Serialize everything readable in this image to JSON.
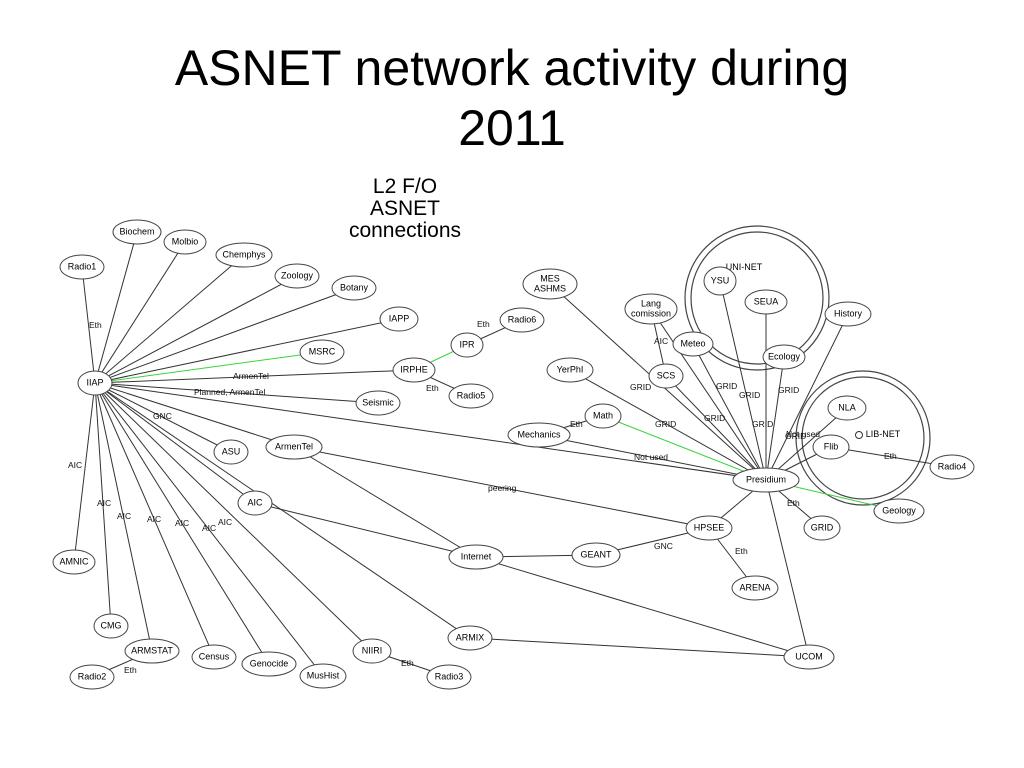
{
  "slide": {
    "title_line1": "ASNET network activity during",
    "title_line2": "2011"
  },
  "diagram": {
    "heading_line1": "L2 F/O",
    "heading_line2": "ASNET",
    "heading_line3": "connections",
    "groups": [
      {
        "id": "uninet",
        "label": "UNI-NET"
      },
      {
        "id": "libnet",
        "label": "LIB-NET"
      }
    ],
    "nodes": [
      {
        "id": "Biochem",
        "lines": [
          "Biochem"
        ]
      },
      {
        "id": "Molbio",
        "lines": [
          "Molbio"
        ]
      },
      {
        "id": "Chemphys",
        "lines": [
          "Chemphys"
        ]
      },
      {
        "id": "Zoology",
        "lines": [
          "Zoology"
        ]
      },
      {
        "id": "Botany",
        "lines": [
          "Botany"
        ]
      },
      {
        "id": "Radio1",
        "lines": [
          "Radio1"
        ]
      },
      {
        "id": "IAPP",
        "lines": [
          "IAPP"
        ]
      },
      {
        "id": "MSRC",
        "lines": [
          "MSRC"
        ]
      },
      {
        "id": "IIAP",
        "lines": [
          "IIAP"
        ]
      },
      {
        "id": "IPR",
        "lines": [
          "IPR"
        ]
      },
      {
        "id": "Radio6",
        "lines": [
          "Radio6"
        ]
      },
      {
        "id": "IRPHE",
        "lines": [
          "IRPHE"
        ]
      },
      {
        "id": "Radio5",
        "lines": [
          "Radio5"
        ]
      },
      {
        "id": "Seismic",
        "lines": [
          "Seismic"
        ]
      },
      {
        "id": "ASU",
        "lines": [
          "ASU"
        ]
      },
      {
        "id": "ArmenTel",
        "lines": [
          "ArmenTel"
        ]
      },
      {
        "id": "AIC",
        "lines": [
          "AIC"
        ]
      },
      {
        "id": "AMNIC",
        "lines": [
          "AMNIC"
        ]
      },
      {
        "id": "CMG",
        "lines": [
          "CMG"
        ]
      },
      {
        "id": "ARMSTAT",
        "lines": [
          "ARMSTAT"
        ]
      },
      {
        "id": "Radio2",
        "lines": [
          "Radio2"
        ]
      },
      {
        "id": "Census",
        "lines": [
          "Census"
        ]
      },
      {
        "id": "Genocide",
        "lines": [
          "Genocide"
        ]
      },
      {
        "id": "MusHist",
        "lines": [
          "MusHist"
        ]
      },
      {
        "id": "NIIRI",
        "lines": [
          "NIIRI"
        ]
      },
      {
        "id": "Radio3",
        "lines": [
          "Radio3"
        ]
      },
      {
        "id": "ARMIX",
        "lines": [
          "ARMIX"
        ]
      },
      {
        "id": "Internet",
        "lines": [
          "Internet"
        ]
      },
      {
        "id": "GEANT",
        "lines": [
          "GEANT"
        ]
      },
      {
        "id": "HPSEE",
        "lines": [
          "HPSEE"
        ]
      },
      {
        "id": "ARENA",
        "lines": [
          "ARENA"
        ]
      },
      {
        "id": "UCOM",
        "lines": [
          "UCOM"
        ]
      },
      {
        "id": "MESASHMS",
        "lines": [
          "MES",
          "ASHMS"
        ]
      },
      {
        "id": "Lang",
        "lines": [
          "Lang",
          "comission"
        ]
      },
      {
        "id": "YerPhI",
        "lines": [
          "YerPhI"
        ]
      },
      {
        "id": "Meteo",
        "lines": [
          "Meteo"
        ]
      },
      {
        "id": "SCS",
        "lines": [
          "SCS"
        ]
      },
      {
        "id": "Math",
        "lines": [
          "Math"
        ]
      },
      {
        "id": "Mechanics",
        "lines": [
          "Mechanics"
        ]
      },
      {
        "id": "YSU",
        "lines": [
          "YSU"
        ]
      },
      {
        "id": "SEUA",
        "lines": [
          "SEUA"
        ]
      },
      {
        "id": "Ecology",
        "lines": [
          "Ecology"
        ]
      },
      {
        "id": "History",
        "lines": [
          "History"
        ]
      },
      {
        "id": "NLA",
        "lines": [
          "NLA"
        ]
      },
      {
        "id": "Flib",
        "lines": [
          "Flib"
        ]
      },
      {
        "id": "Radio4",
        "lines": [
          "Radio4"
        ]
      },
      {
        "id": "Presidium",
        "lines": [
          "Presidium"
        ]
      },
      {
        "id": "Geology",
        "lines": [
          "Geology"
        ]
      },
      {
        "id": "GRIDnode",
        "lines": [
          "GRID"
        ]
      }
    ],
    "edges": [
      {
        "from": "IIAP",
        "to": "Biochem",
        "label": ""
      },
      {
        "from": "IIAP",
        "to": "Molbio",
        "label": ""
      },
      {
        "from": "IIAP",
        "to": "Chemphys",
        "label": ""
      },
      {
        "from": "IIAP",
        "to": "Zoology",
        "label": ""
      },
      {
        "from": "IIAP",
        "to": "Botany",
        "label": ""
      },
      {
        "from": "IIAP",
        "to": "Radio1",
        "label": "Eth"
      },
      {
        "from": "IIAP",
        "to": "IAPP",
        "label": ""
      },
      {
        "from": "IIAP",
        "to": "MSRC",
        "label": "",
        "style": "green"
      },
      {
        "from": "IIAP",
        "to": "IRPHE",
        "label": "ArmenTel"
      },
      {
        "from": "IIAP",
        "to": "Seismic",
        "label": "Planned, ArmenTel"
      },
      {
        "from": "IIAP",
        "to": "Presidium",
        "label": ""
      },
      {
        "from": "IIAP",
        "to": "ASU",
        "label": "GNC"
      },
      {
        "from": "IIAP",
        "to": "ArmenTel",
        "label": ""
      },
      {
        "from": "IIAP",
        "to": "AIC",
        "label": ""
      },
      {
        "from": "IIAP",
        "to": "AMNIC",
        "label": "AIC"
      },
      {
        "from": "IIAP",
        "to": "CMG",
        "label": "AIC"
      },
      {
        "from": "IIAP",
        "to": "ARMSTAT",
        "label": "AIC"
      },
      {
        "from": "IIAP",
        "to": "Census",
        "label": "AIC"
      },
      {
        "from": "IIAP",
        "to": "Genocide",
        "label": "AIC"
      },
      {
        "from": "IIAP",
        "to": "MusHist",
        "label": "AIC"
      },
      {
        "from": "IIAP",
        "to": "NIIRI",
        "label": "AIC"
      },
      {
        "from": "IIAP",
        "to": "ARMIX",
        "label": ""
      },
      {
        "from": "IRPHE",
        "to": "IPR",
        "label": "",
        "style": "green"
      },
      {
        "from": "IPR",
        "to": "Radio6",
        "label": "Eth"
      },
      {
        "from": "IRPHE",
        "to": "Radio5",
        "label": "Eth"
      },
      {
        "from": "ARMSTAT",
        "to": "Radio2",
        "label": "Eth"
      },
      {
        "from": "NIIRI",
        "to": "Radio3",
        "label": "Eth"
      },
      {
        "from": "ArmenTel",
        "to": "Internet",
        "label": ""
      },
      {
        "from": "ArmenTel",
        "to": "HPSEE",
        "label": "peering"
      },
      {
        "from": "AIC",
        "to": "Internet",
        "label": ""
      },
      {
        "from": "Internet",
        "to": "GEANT",
        "label": ""
      },
      {
        "from": "Internet",
        "to": "UCOM",
        "label": ""
      },
      {
        "from": "GEANT",
        "to": "HPSEE",
        "label": "GNC"
      },
      {
        "from": "HPSEE",
        "to": "ARENA",
        "label": "Eth"
      },
      {
        "from": "HPSEE",
        "to": "Presidium",
        "label": ""
      },
      {
        "from": "ARMIX",
        "to": "UCOM",
        "label": ""
      },
      {
        "from": "Presidium",
        "to": "UCOM",
        "label": ""
      },
      {
        "from": "Presidium",
        "to": "MESASHMS",
        "label": "GRID"
      },
      {
        "from": "Presidium",
        "to": "Lang",
        "label": ""
      },
      {
        "from": "Lang",
        "to": "SCS",
        "label": "AIC"
      },
      {
        "from": "Presidium",
        "to": "YerPhI",
        "label": "GRID"
      },
      {
        "from": "Presidium",
        "to": "Meteo",
        "label": "GRID"
      },
      {
        "from": "Presidium",
        "to": "SCS",
        "label": "GRID"
      },
      {
        "from": "Presidium",
        "to": "Math",
        "label": "",
        "style": "green"
      },
      {
        "from": "Math",
        "to": "Mechanics",
        "label": "Eth"
      },
      {
        "from": "Presidium",
        "to": "Mechanics",
        "label": "Not used"
      },
      {
        "from": "Presidium",
        "to": "YSU",
        "label": "GRID"
      },
      {
        "from": "Presidium",
        "to": "SEUA",
        "label": "GRID"
      },
      {
        "from": "Presidium",
        "to": "Ecology",
        "label": "GRID"
      },
      {
        "from": "Presidium",
        "to": "History",
        "label": "Not used"
      },
      {
        "from": "Presidium",
        "to": "NLA",
        "label": "GRID"
      },
      {
        "from": "Presidium",
        "to": "Flib",
        "label": ""
      },
      {
        "from": "Flib",
        "to": "Radio4",
        "label": "Eth"
      },
      {
        "from": "Presidium",
        "to": "Geology",
        "label": "",
        "style": "green"
      },
      {
        "from": "Presidium",
        "to": "GRIDnode",
        "label": "Eth"
      }
    ]
  }
}
